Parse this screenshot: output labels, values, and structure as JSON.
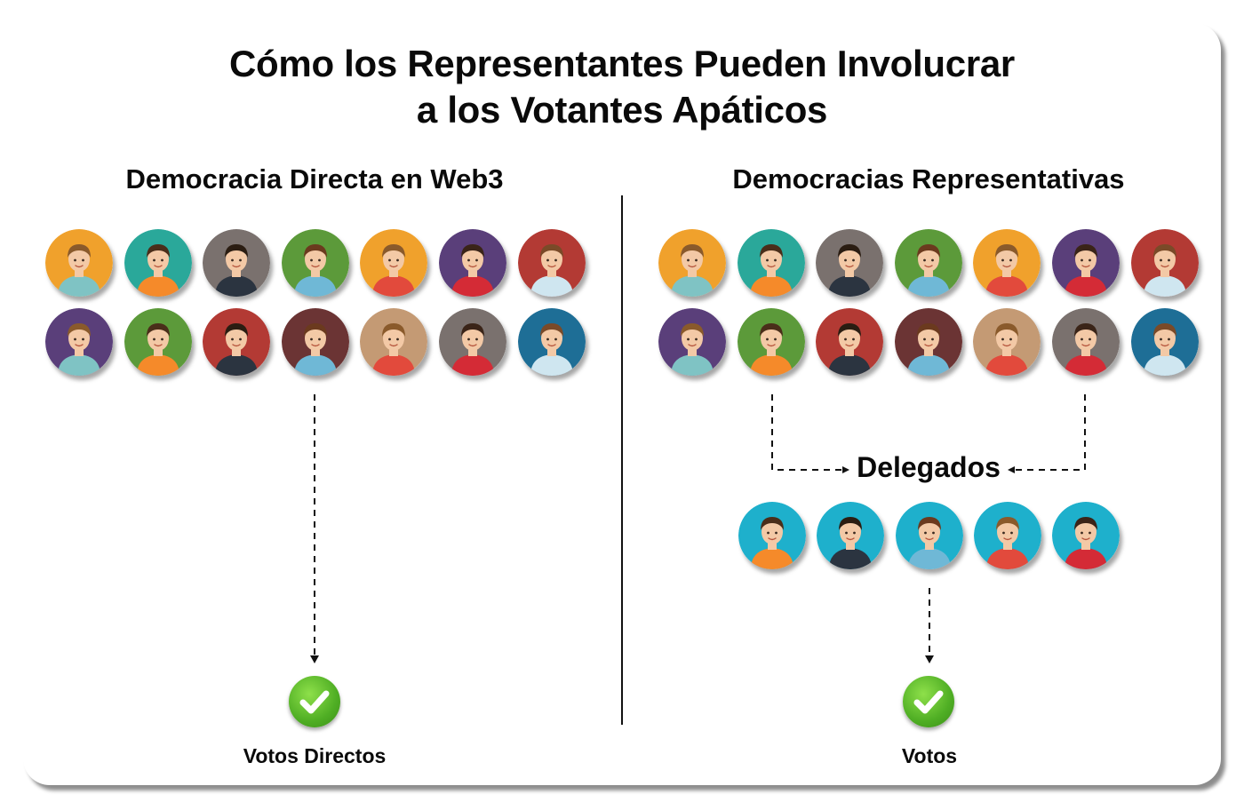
{
  "title": {
    "line1": "Cómo los Representantes Pueden Involucrar",
    "line2": "a los Votantes Apáticos"
  },
  "left": {
    "heading": "Democracia Directa en Web3",
    "result_label": "Votos Directos"
  },
  "right": {
    "heading": "Democracias Representativas",
    "delegates_label": "Delegados",
    "result_label": "Votos"
  },
  "colors": {
    "voter_backgrounds": [
      "#f0a12c",
      "#2aa89a",
      "#7a716e",
      "#5c9a3a",
      "#f0a12c",
      "#5a3f7a",
      "#b33a34",
      "#5a3f7a",
      "#5c9a3a",
      "#b33a34",
      "#6b3434",
      "#c49a74",
      "#7a716e",
      "#1e6e96"
    ],
    "delegate_background": "#1eb0cc",
    "check_green": "#4fae24"
  },
  "icons": {
    "voter": "person-avatar-icon",
    "result": "check-circle-icon"
  }
}
